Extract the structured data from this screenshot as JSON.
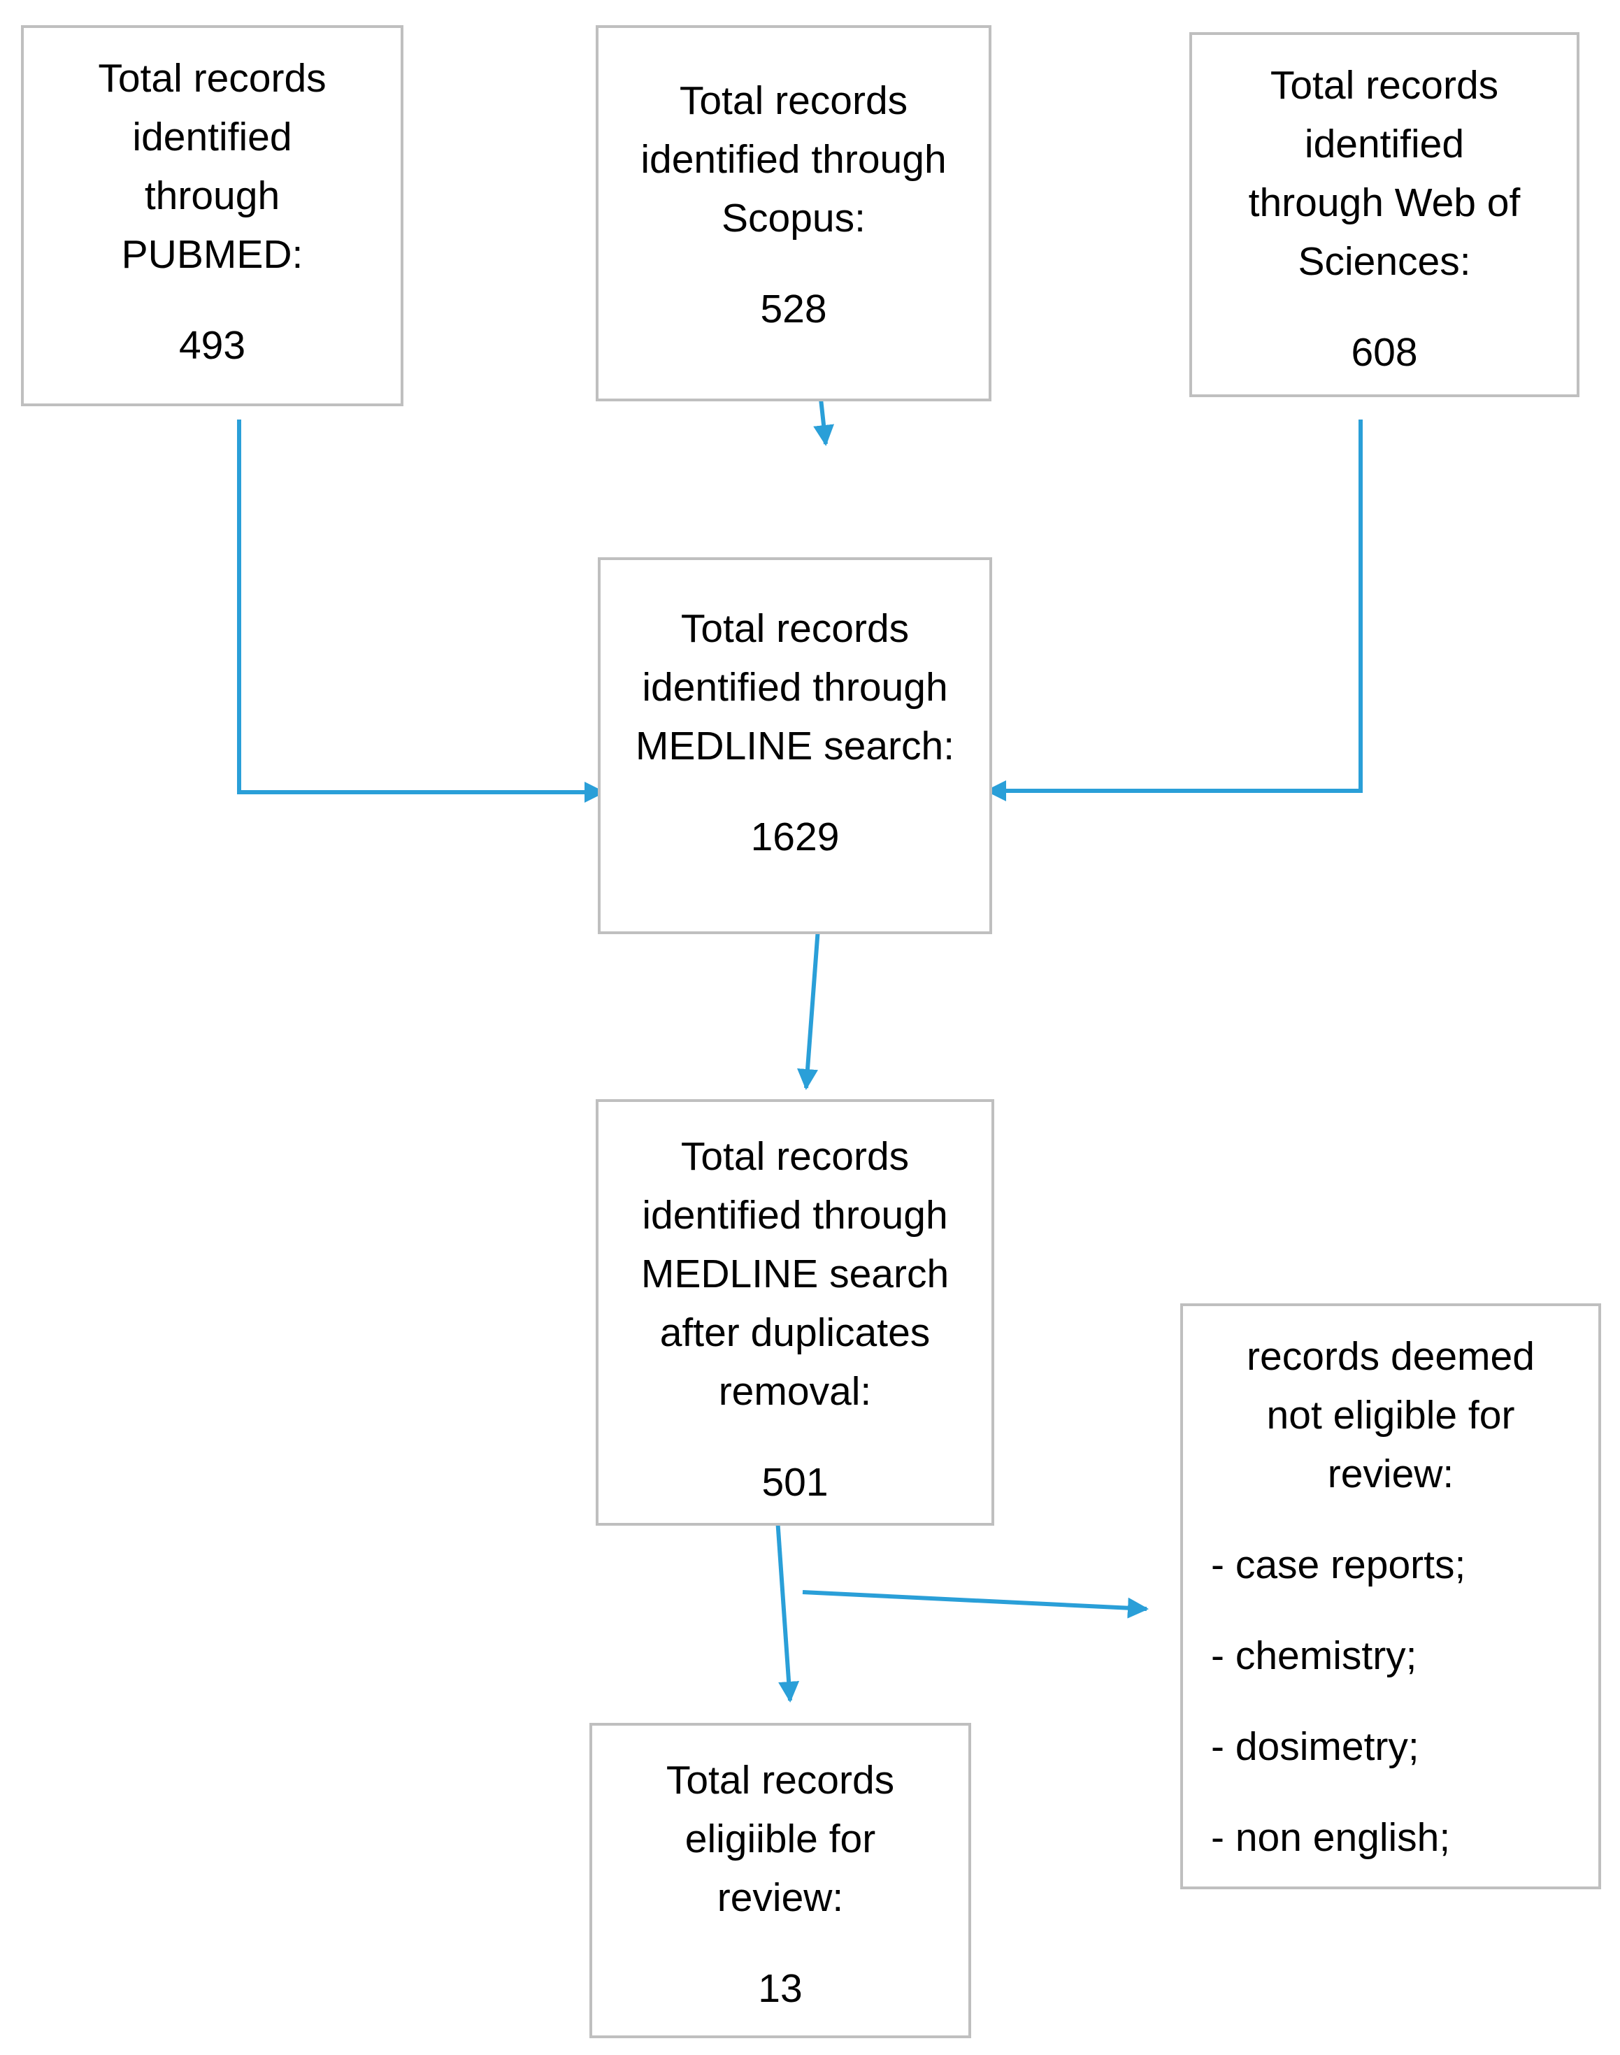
{
  "nodes": {
    "pubmed": {
      "lines": [
        "Total records",
        "identified",
        "through",
        "PUBMED:"
      ],
      "count": "493"
    },
    "scopus": {
      "lines": [
        "Total records",
        "identified through",
        "Scopus:"
      ],
      "count": "528"
    },
    "wos": {
      "lines": [
        "Total records",
        "identified",
        "through Web of",
        "Sciences:"
      ],
      "count": "608"
    },
    "medline": {
      "lines": [
        "Total records",
        "identified through",
        "MEDLINE search:"
      ],
      "count": "1629"
    },
    "dedup": {
      "lines": [
        "Total records",
        "identified through",
        "MEDLINE search",
        "after duplicates",
        "removal:"
      ],
      "count": "501"
    },
    "eligible": {
      "lines": [
        "Total records",
        "eligiible for",
        "review:"
      ],
      "count": "13"
    },
    "excluded": {
      "lines": [
        "records deemed",
        "not eligible for",
        "review:"
      ],
      "items": [
        "- case reports;",
        "- chemistry;",
        "- dosimetry;",
        "- non english;"
      ]
    }
  },
  "colors": {
    "arrow": "#2a9fd8",
    "box_border": "#bfbfbf"
  }
}
